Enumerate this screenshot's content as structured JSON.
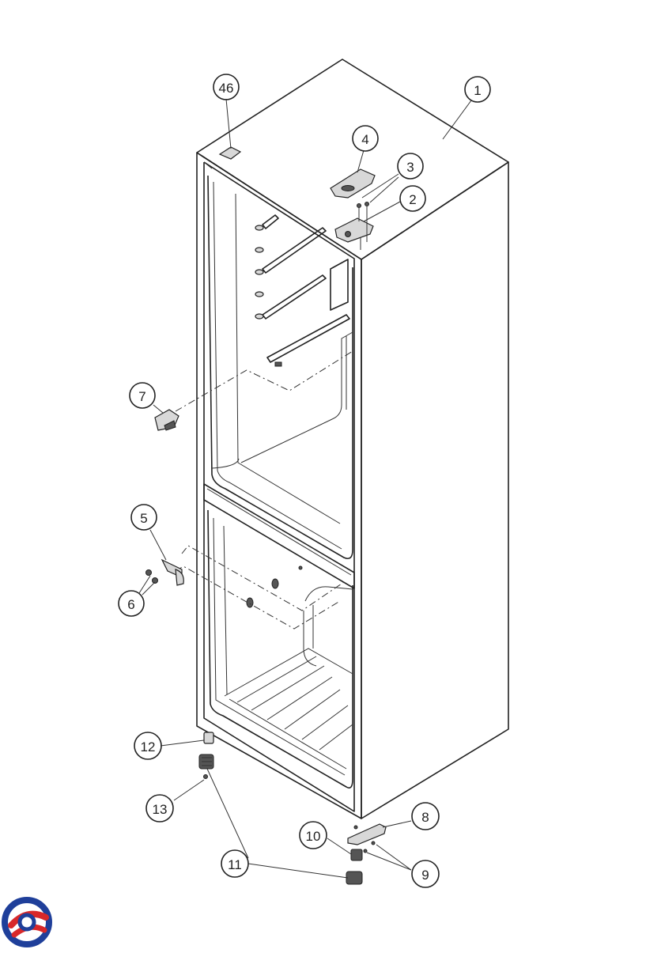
{
  "callouts": [
    {
      "id": "c46",
      "label": "46"
    },
    {
      "id": "c1",
      "label": "1"
    },
    {
      "id": "c4",
      "label": "4"
    },
    {
      "id": "c3",
      "label": "3"
    },
    {
      "id": "c2",
      "label": "2"
    },
    {
      "id": "c7",
      "label": "7"
    },
    {
      "id": "c5",
      "label": "5"
    },
    {
      "id": "c6",
      "label": "6"
    },
    {
      "id": "c12",
      "label": "12"
    },
    {
      "id": "c13",
      "label": "13"
    },
    {
      "id": "c11",
      "label": "11"
    },
    {
      "id": "c8",
      "label": "8"
    },
    {
      "id": "c10",
      "label": "10"
    },
    {
      "id": "c9",
      "label": "9"
    }
  ],
  "colors": {
    "line": "#222222",
    "logo_blue": "#1f3f9a",
    "logo_red": "#d8282a"
  },
  "logo": {
    "icon": "brand-logo-icon"
  }
}
